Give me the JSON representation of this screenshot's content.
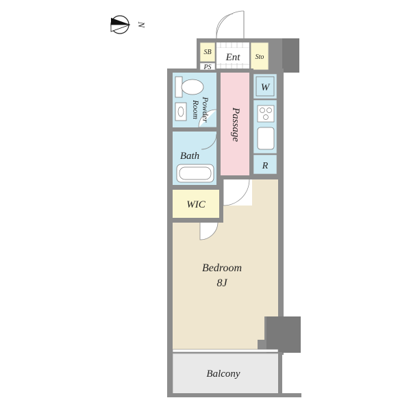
{
  "compass": {
    "label": "N",
    "icon": "north-arrow-icon"
  },
  "rooms": {
    "sb": "SB",
    "entrance": "Ent",
    "storage": "Sto",
    "ps": "PS",
    "powder_room_line1": "Powder",
    "powder_room_line2": "Room",
    "passage": "Passage",
    "washer": "W",
    "bath": "Bath",
    "refrigerator": "R",
    "wic": "WIC",
    "bedroom": "Bedroom",
    "bedroom_size": "8J",
    "balcony": "Balcony"
  },
  "colors": {
    "wall": "#8c8c8c",
    "wet_area": "#cdeaf3",
    "passage": "#f8d8dc",
    "bedroom": "#efe6cf",
    "wic": "#fbf7d0",
    "storage": "#fbf7d0",
    "balcony": "#e9e9e9",
    "floor_entry": "#ffffff"
  }
}
